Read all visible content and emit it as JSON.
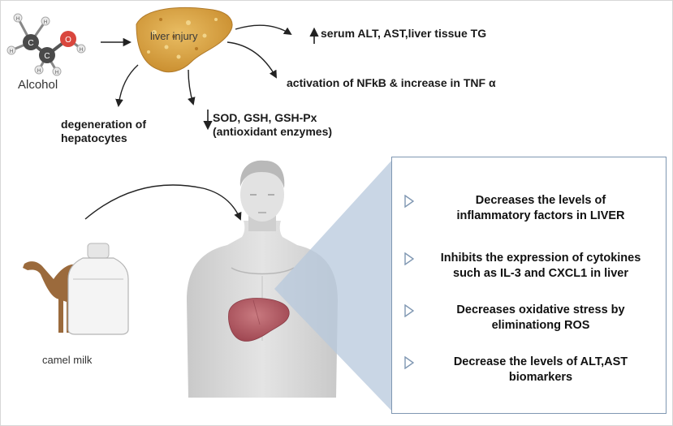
{
  "diagram": {
    "alcohol_label": "Alcohol",
    "liver_label": "liver injury",
    "effects": {
      "serum": "serum ALT, AST,liver tissue TG",
      "nfkb": "activation of NFkB & increase in TNF α",
      "degeneration": [
        "degeneration of",
        "hepatocytes"
      ],
      "antioxidant": [
        "SOD, GSH, GSH-Px",
        "(antioxidant enzymes)"
      ]
    },
    "camel_label": "camel milk",
    "atoms": {
      "carbon": "C",
      "oxygen": "O",
      "hydrogen": "H"
    },
    "benefits": [
      [
        "Decreases the levels of",
        "inflammatory factors in LIVER"
      ],
      [
        "Inhibits the expression of cytokines",
        "such as IL-3 and CXCL1 in liver"
      ],
      [
        "Decreases oxidative stress by",
        "eliminationg ROS"
      ],
      [
        "Decrease the levels of ALT,AST",
        "biomarkers"
      ]
    ],
    "colors": {
      "panel_border": "#7f97b2",
      "wedge": "#b7c8dc",
      "liver_injury": "#d9a64a",
      "human_liver": "#b8606a",
      "camel": "#9b6a3c",
      "arrow": "#222222"
    }
  }
}
